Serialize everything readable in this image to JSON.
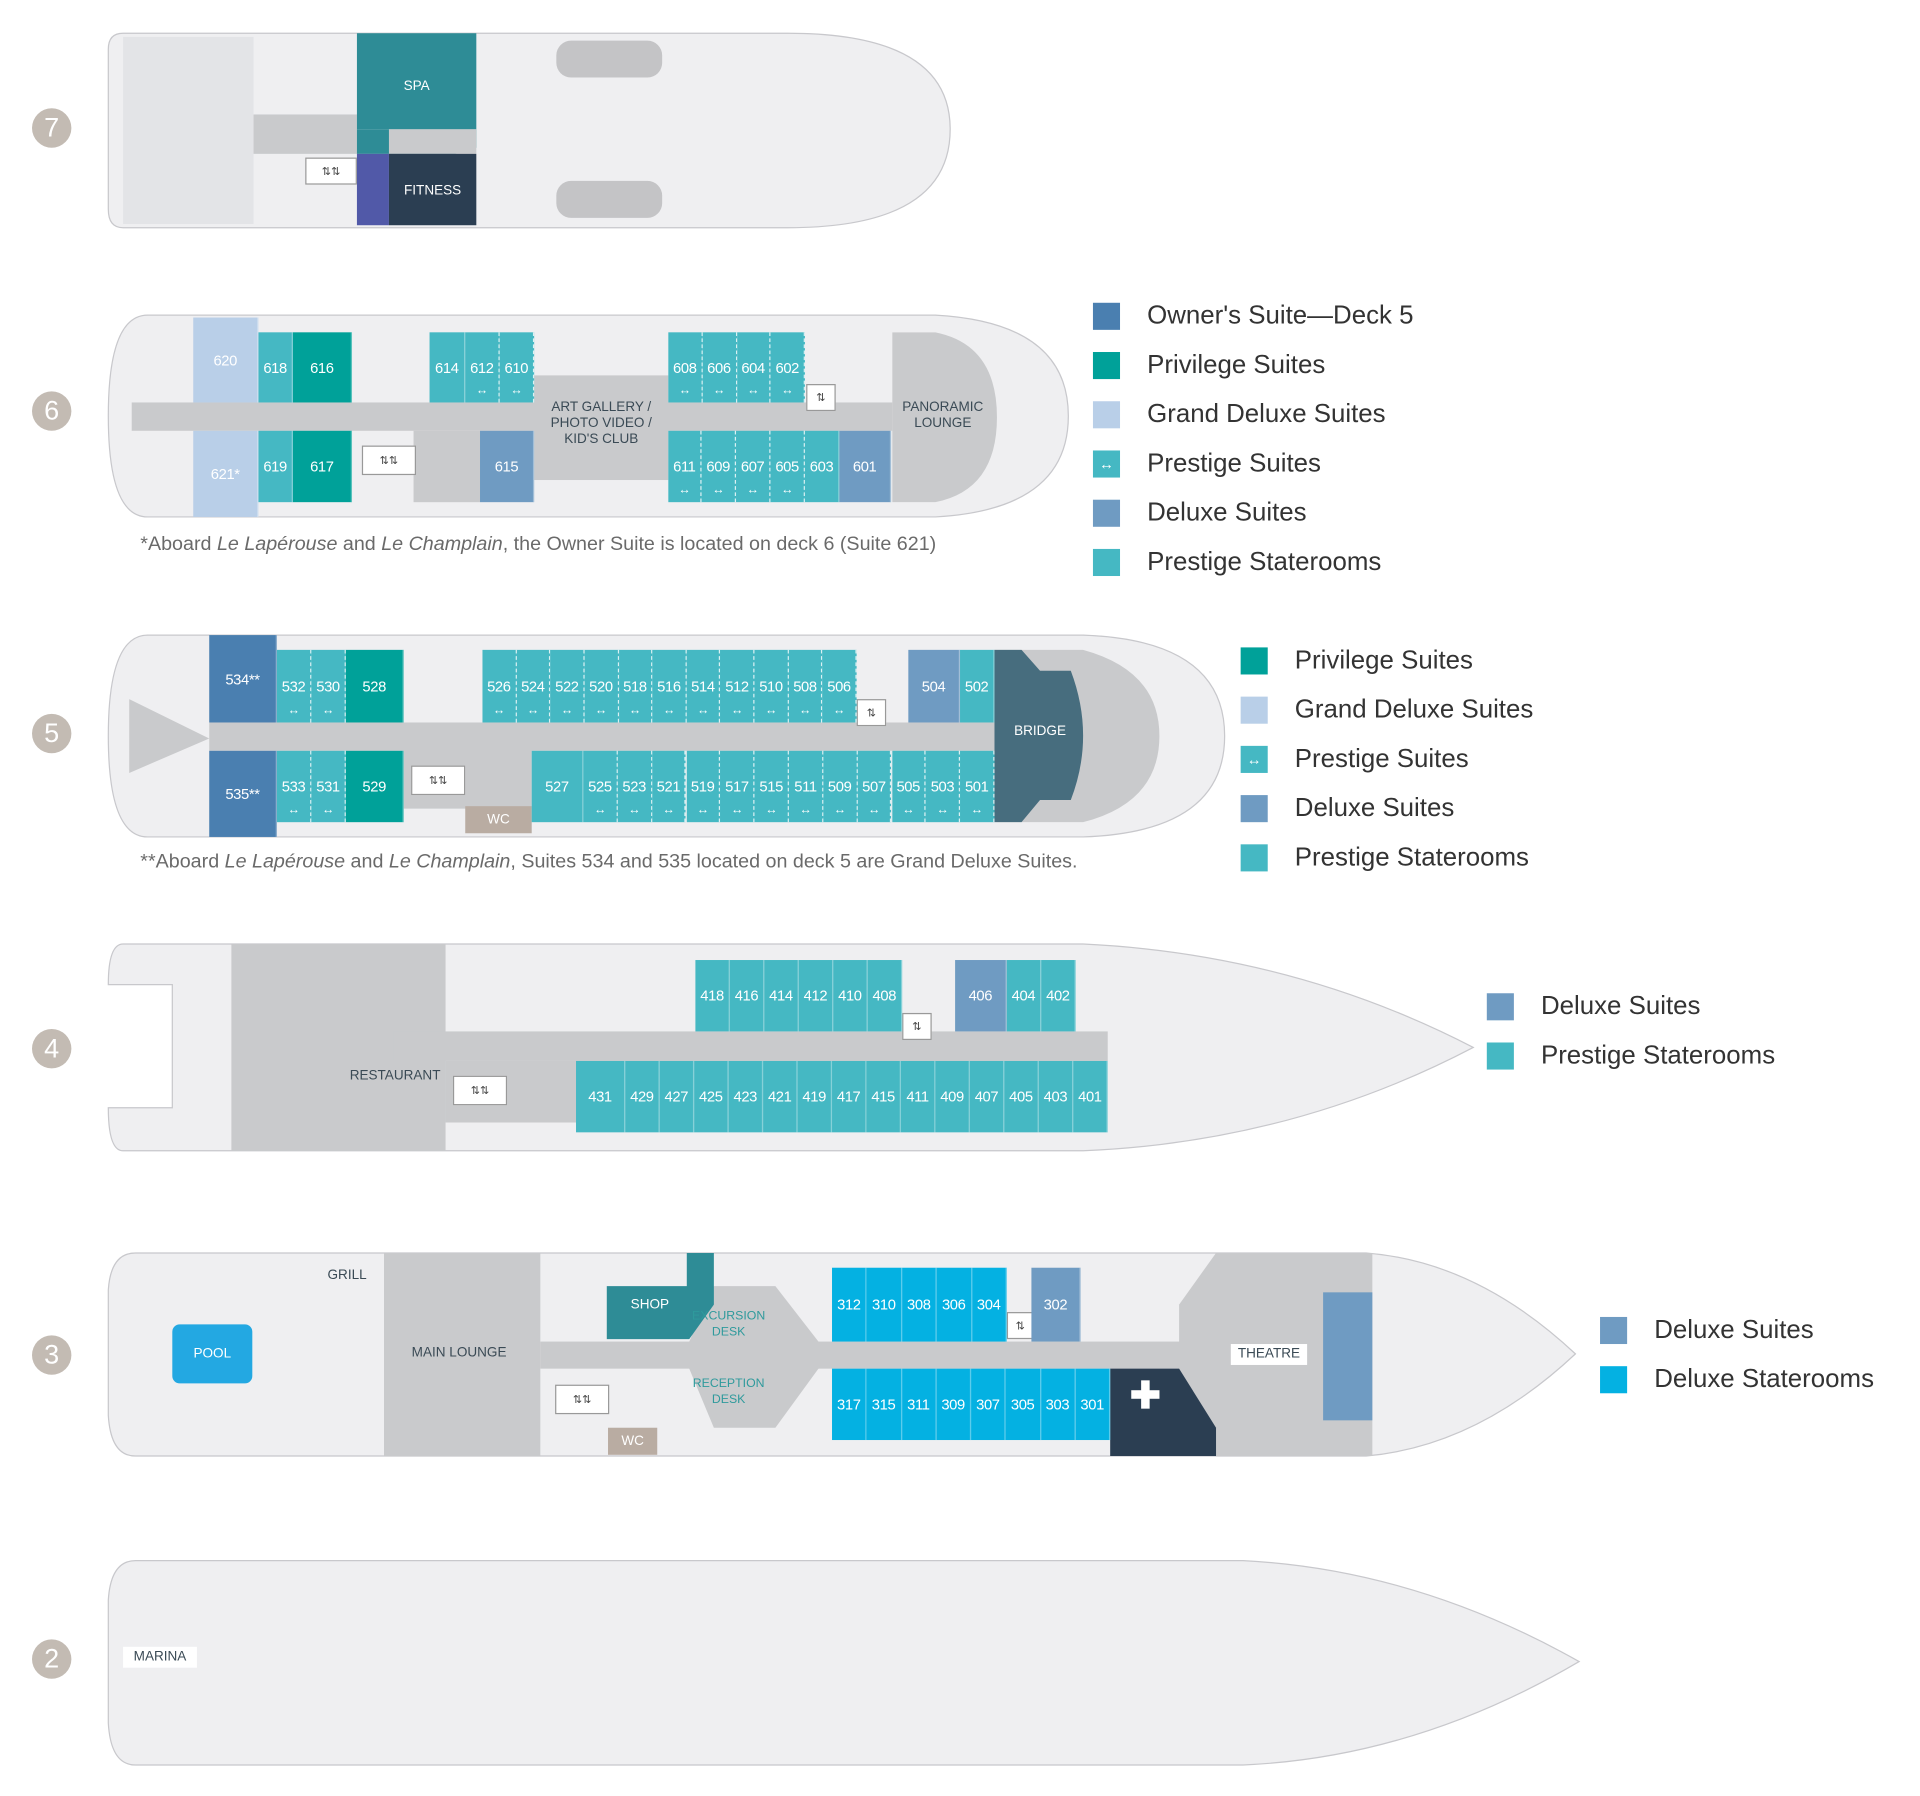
{
  "colors": {
    "owner": "#4a7fb0",
    "privilege": "#00a199",
    "grand_deluxe": "#b9cfe8",
    "prestige_suite": "#45b8c3",
    "deluxe_suite": "#6f9bc2",
    "prestige_stateroom": "#45b8c3",
    "deluxe_stateroom": "#04b1e2",
    "spa": "#2e8c96",
    "fitness": "#2b3e52",
    "bridge": "#476d7e",
    "corridor": "#c9cacc",
    "hull": "#efeff1",
    "deck_circle": "#c3bbb3"
  },
  "decks": [
    {
      "number": "7",
      "venues": {
        "spa": "SPA",
        "fitness": "FITNESS"
      }
    },
    {
      "number": "6",
      "rooms_top": [
        [
          "620",
          "gd"
        ],
        [
          "618",
          "pst"
        ],
        [
          "616",
          "pv"
        ],
        [
          "614",
          "pst"
        ],
        [
          "612",
          "psu"
        ],
        [
          "610",
          "psu"
        ],
        [
          "608",
          "psu"
        ],
        [
          "606",
          "psu"
        ],
        [
          "604",
          "psu"
        ],
        [
          "602",
          "psu"
        ]
      ],
      "rooms_bottom": [
        [
          "621*",
          "gd"
        ],
        [
          "619",
          "pst"
        ],
        [
          "617",
          "pv"
        ],
        [
          "615",
          "dx"
        ],
        [
          "611",
          "psu"
        ],
        [
          "609",
          "psu"
        ],
        [
          "607",
          "psu"
        ],
        [
          "605",
          "psu"
        ],
        [
          "603",
          "pst"
        ],
        [
          "601",
          "dx"
        ]
      ],
      "venues": {
        "gallery": "ART GALLERY / PHOTO VIDEO / KID'S CLUB",
        "lounge": "PANORAMIC LOUNGE"
      },
      "footnote": {
        "pre": "*Aboard ",
        "ship1": "Le Lapérouse",
        "mid": " and ",
        "ship2": "Le Champlain",
        "post": ", the Owner Suite is located on deck 6 (Suite 621)"
      }
    },
    {
      "number": "5",
      "rooms_top": [
        [
          "534**",
          "ow"
        ],
        [
          "532",
          "psu"
        ],
        [
          "530",
          "psu"
        ],
        [
          "528",
          "pv"
        ],
        [
          "526",
          "psu"
        ],
        [
          "524",
          "psu"
        ],
        [
          "522",
          "psu"
        ],
        [
          "520",
          "psu"
        ],
        [
          "518",
          "psu"
        ],
        [
          "516",
          "psu"
        ],
        [
          "514",
          "psu"
        ],
        [
          "512",
          "psu"
        ],
        [
          "510",
          "psu"
        ],
        [
          "508",
          "psu"
        ],
        [
          "506",
          "psu"
        ],
        [
          "504",
          "dx"
        ],
        [
          "502",
          "pst"
        ]
      ],
      "rooms_bottom": [
        [
          "535**",
          "ow"
        ],
        [
          "533",
          "psu"
        ],
        [
          "531",
          "psu"
        ],
        [
          "529",
          "pv"
        ],
        [
          "527",
          "pst"
        ],
        [
          "525",
          "psu"
        ],
        [
          "523",
          "psu"
        ],
        [
          "521",
          "psu"
        ],
        [
          "519",
          "psu"
        ],
        [
          "517",
          "psu"
        ],
        [
          "515",
          "psu"
        ],
        [
          "511",
          "psu"
        ],
        [
          "509",
          "psu"
        ],
        [
          "507",
          "psu"
        ],
        [
          "505",
          "psu"
        ],
        [
          "503",
          "psu"
        ],
        [
          "501",
          "psu"
        ]
      ],
      "venues": {
        "bridge": "BRIDGE",
        "wc": "WC"
      },
      "footnote": {
        "pre": "**Aboard ",
        "ship1": "Le Lapérouse",
        "mid": " and ",
        "ship2": "Le Champlain",
        "post": ", Suites 534 and 535 located on deck 5 are Grand Deluxe Suites."
      }
    },
    {
      "number": "4",
      "rooms_top": [
        [
          "418",
          "pst"
        ],
        [
          "416",
          "pst"
        ],
        [
          "414",
          "pst"
        ],
        [
          "412",
          "pst"
        ],
        [
          "410",
          "pst"
        ],
        [
          "408",
          "pst"
        ],
        [
          "406",
          "dx"
        ],
        [
          "404",
          "pst"
        ],
        [
          "402",
          "pst"
        ]
      ],
      "rooms_bottom": [
        [
          "431",
          "pst"
        ],
        [
          "429",
          "pst"
        ],
        [
          "427",
          "pst"
        ],
        [
          "425",
          "pst"
        ],
        [
          "423",
          "pst"
        ],
        [
          "421",
          "pst"
        ],
        [
          "419",
          "pst"
        ],
        [
          "417",
          "pst"
        ],
        [
          "415",
          "pst"
        ],
        [
          "411",
          "pst"
        ],
        [
          "409",
          "pst"
        ],
        [
          "407",
          "pst"
        ],
        [
          "405",
          "pst"
        ],
        [
          "403",
          "pst"
        ],
        [
          "401",
          "pst"
        ]
      ],
      "venues": {
        "restaurant": "RESTAURANT"
      }
    },
    {
      "number": "3",
      "rooms_top": [
        [
          "312",
          "ds"
        ],
        [
          "310",
          "ds"
        ],
        [
          "308",
          "ds"
        ],
        [
          "306",
          "ds"
        ],
        [
          "304",
          "ds"
        ],
        [
          "302",
          "dx"
        ]
      ],
      "rooms_bottom": [
        [
          "317",
          "ds"
        ],
        [
          "315",
          "ds"
        ],
        [
          "311",
          "ds"
        ],
        [
          "309",
          "ds"
        ],
        [
          "307",
          "ds"
        ],
        [
          "305",
          "ds"
        ],
        [
          "303",
          "ds"
        ],
        [
          "301",
          "ds"
        ]
      ],
      "venues": {
        "pool": "POOL",
        "grill": "GRILL",
        "lounge": "MAIN LOUNGE",
        "shop": "SHOP",
        "excursion": "EXCURSION DESK",
        "reception": "RECEPTION DESK",
        "theatre": "THEATRE",
        "wc": "WC"
      }
    },
    {
      "number": "2",
      "venues": {
        "marina": "MARINA"
      }
    }
  ],
  "legends": {
    "deck6": [
      [
        "ow",
        "Owner's Suite—Deck 5"
      ],
      [
        "pv",
        "Privilege Suites"
      ],
      [
        "gd",
        "Grand Deluxe Suites"
      ],
      [
        "psu",
        "Prestige Suites"
      ],
      [
        "dx",
        "Deluxe Suites"
      ],
      [
        "pst",
        "Prestige Staterooms"
      ]
    ],
    "deck5": [
      [
        "pv",
        "Privilege Suites"
      ],
      [
        "gd",
        "Grand Deluxe Suites"
      ],
      [
        "psu",
        "Prestige Suites"
      ],
      [
        "dx",
        "Deluxe Suites"
      ],
      [
        "pst",
        "Prestige Staterooms"
      ]
    ],
    "deck4": [
      [
        "dx",
        "Deluxe Suites"
      ],
      [
        "pst",
        "Prestige Staterooms"
      ]
    ],
    "deck3": [
      [
        "dx",
        "Deluxe Suites"
      ],
      [
        "ds",
        "Deluxe Staterooms"
      ]
    ]
  }
}
